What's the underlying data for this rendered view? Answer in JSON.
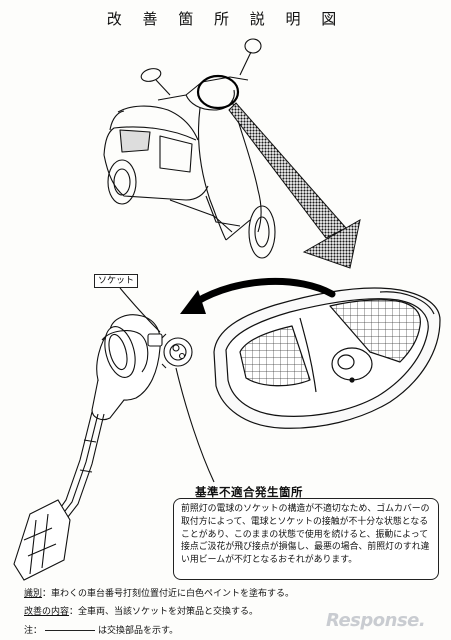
{
  "title": "改 善 箇 所 説 明 図",
  "socket_label": "ソケット",
  "issue_heading": "基準不適合発生箇所",
  "description": "前照灯の電球のソケットの構造が不適切なため、ゴムカバーの取付方によって、電球とソケットの接触が不十分な状態となることがあり、このままの状態で使用を続けると、振動によって接点ご汲花が飛び接点が損傷し、最悪の場合、前照灯のすれ違い用ビームが不灯となるおそれがあります。",
  "notes": {
    "id_label": "識別",
    "id_text": "：車わくの車台番号打刻位置付近に白色ペイントを塗布する。",
    "fix_label": "改善の内容",
    "fix_text": "：全車両、当該ソケットを対策品と交換する。",
    "note_label": "注：",
    "note_text": "は交換部品を示す。"
  },
  "watermark": "Response."
}
